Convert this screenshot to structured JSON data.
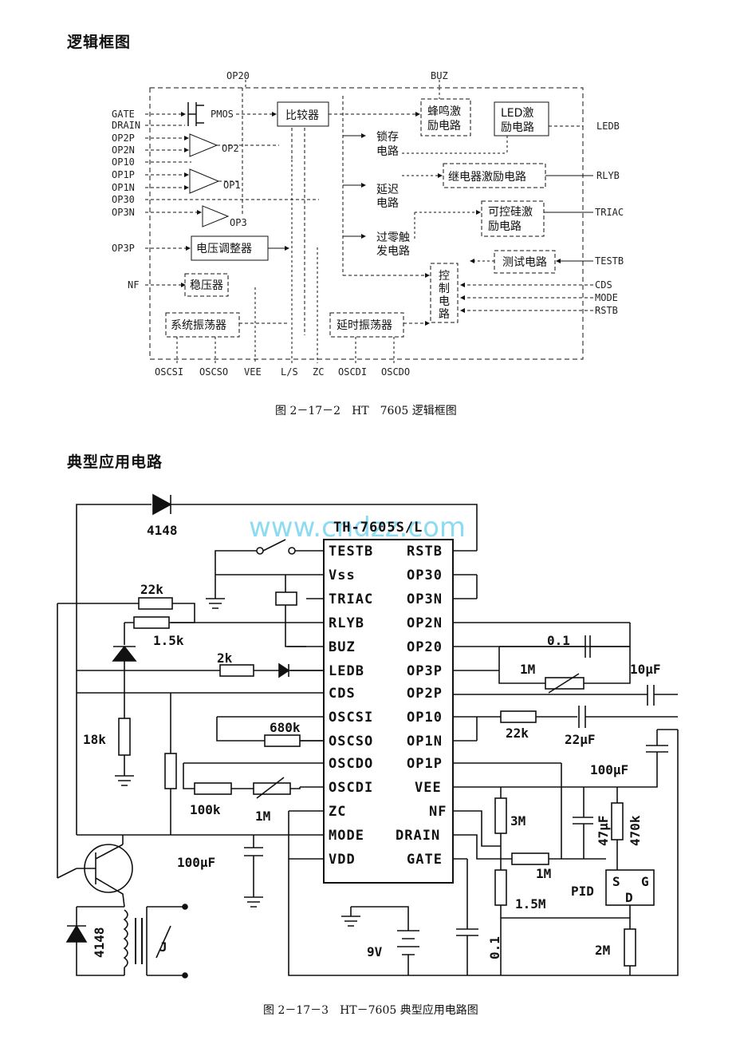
{
  "section1": {
    "title": "逻辑框图",
    "caption": "图 2－17－2　HT　7605 逻辑框图"
  },
  "section2": {
    "title": "典型应用电路",
    "caption": "图 2－17－3　HT－7605 典型应用电路图"
  },
  "watermark": "www.cndzz.com",
  "block_diagram": {
    "top_labels": {
      "op20": "OP20",
      "buz": "BUZ"
    },
    "left_pins": [
      "GATE",
      "DRAIN",
      "OP2P",
      "OP2N",
      "OP10",
      "OP1P",
      "OP1N",
      "OP30",
      "OP3N",
      "OP3P",
      "NF"
    ],
    "right_pins": [
      "LEDB",
      "RLYB",
      "TRIAC",
      "TESTB",
      "CDS",
      "MODE",
      "RSTB"
    ],
    "bottom_pins": [
      "OSCSI",
      "OSCSO",
      "VEE",
      "L/S",
      "ZC",
      "OSCDI",
      "OSCDO"
    ],
    "blocks": {
      "pmos": "PMOS",
      "comparator": "比较器",
      "buzzer_drive": [
        "蜂鸣激",
        "励电路"
      ],
      "led_drive": [
        "LED激",
        "励电路"
      ],
      "latch": [
        "锁存",
        "电路"
      ],
      "delay": [
        "延迟",
        "电路"
      ],
      "relay_drive": "继电器激励电路",
      "triac_drive": [
        "可控硅激",
        "励电路"
      ],
      "zero_cross": [
        "过零触",
        "发电路"
      ],
      "test_circuit": "测试电路",
      "control": [
        "控",
        "制",
        "电",
        "路"
      ],
      "regulator": "电压调整器",
      "stabilizer": "稳压器",
      "sys_osc": "系统振荡器",
      "delay_osc": "延时振荡器",
      "op1": "OP1",
      "op2": "OP2",
      "op3": "OP3"
    }
  },
  "app_circuit": {
    "ic_name": "TH-7605S/L",
    "left_pins": [
      "TESTB",
      "Vss",
      "TRIAC",
      "RLYB",
      "BUZ",
      "LEDB",
      "CDS",
      "OSCSI",
      "OSCSO",
      "OSCDO",
      "OSCDI",
      "ZC",
      "MODE",
      "VDD"
    ],
    "right_pins": [
      "RSTB",
      "OP30",
      "OP3N",
      "OP2N",
      "OP20",
      "OP3P",
      "OP2P",
      "OP10",
      "OP1N",
      "OP1P",
      "VEE",
      "NF",
      "DRAIN",
      "GATE"
    ],
    "components": {
      "diode_top": "4148",
      "r22k": "22k",
      "r1_5k": "1.5k",
      "r2k": "2k",
      "r18k": "18k",
      "r680k": "680k",
      "r100k": "100k",
      "r1m_osc": "1M",
      "c100uf_left": "100μF",
      "c0_1_top": "0.1",
      "r1m_fb": "1M",
      "c10uf": "10μF",
      "r22k_right": "22k",
      "c22uf": "22μF",
      "c100uf_right": "100μF",
      "r3m": "3M",
      "c47uf": "47μF",
      "r470k": "470k",
      "r1m_drain": "1M",
      "pid": "PID",
      "pid_s": "S",
      "pid_g": "G",
      "pid_d": "D",
      "r1_5m": "1.5M",
      "c0_1_bottom": "0.1",
      "r2m": "2M",
      "battery": "9V",
      "diode_relay": "4148",
      "relay": "J"
    }
  }
}
